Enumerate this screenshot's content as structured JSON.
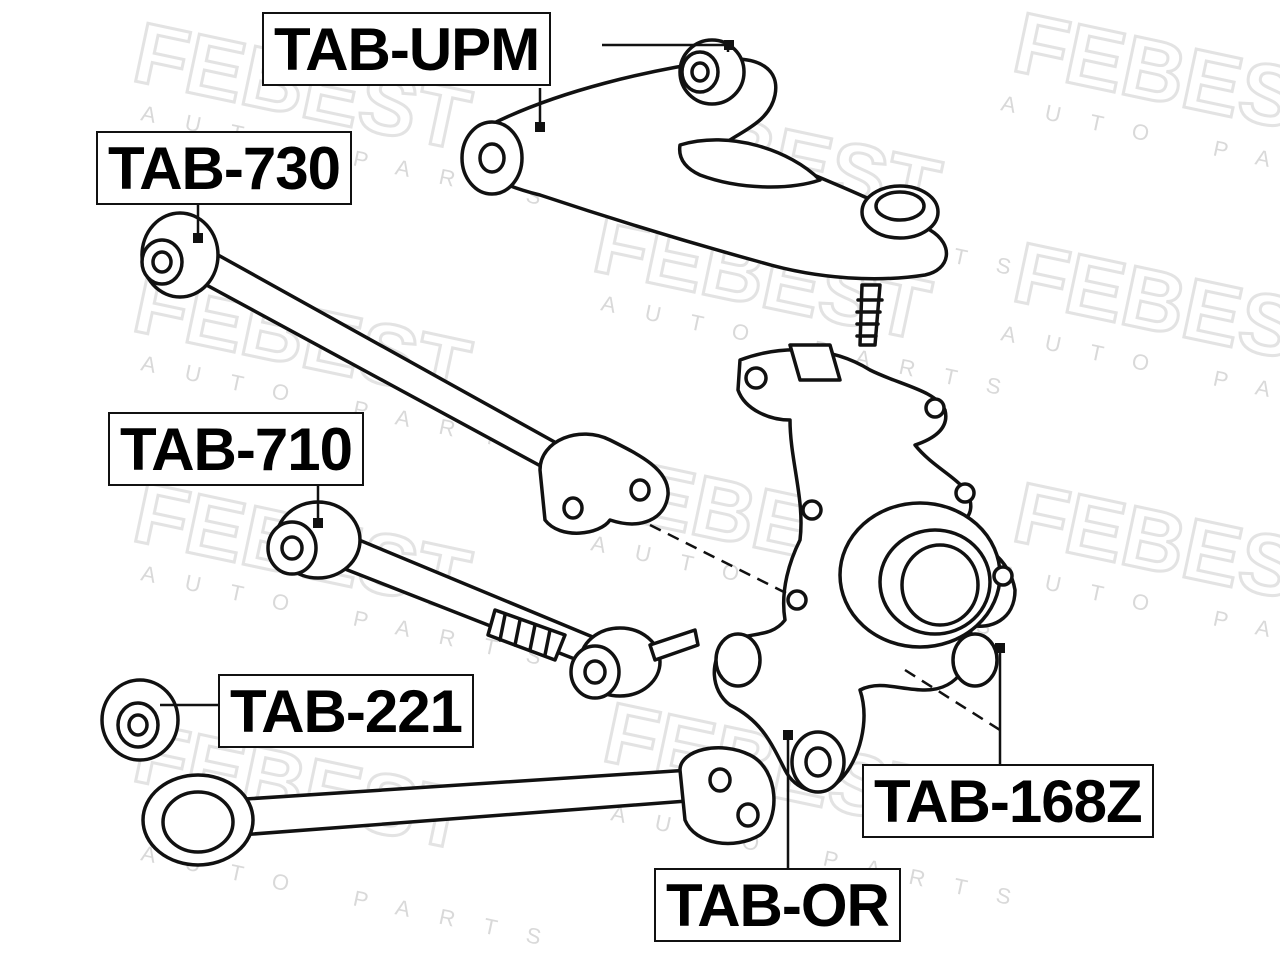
{
  "watermark": {
    "brand": "FEBEST",
    "subtitle": "AUTO PARTS",
    "color": "#e6e6e6"
  },
  "labels": {
    "upper_mount": "TAB-UPM",
    "arm_730": "TAB-730",
    "arm_710": "TAB-710",
    "bushing_221": "TAB-221",
    "knuckle_168z": "TAB-168Z",
    "knuckle_or": "TAB-OR"
  },
  "colors": {
    "line": "#111111",
    "background": "#ffffff"
  }
}
